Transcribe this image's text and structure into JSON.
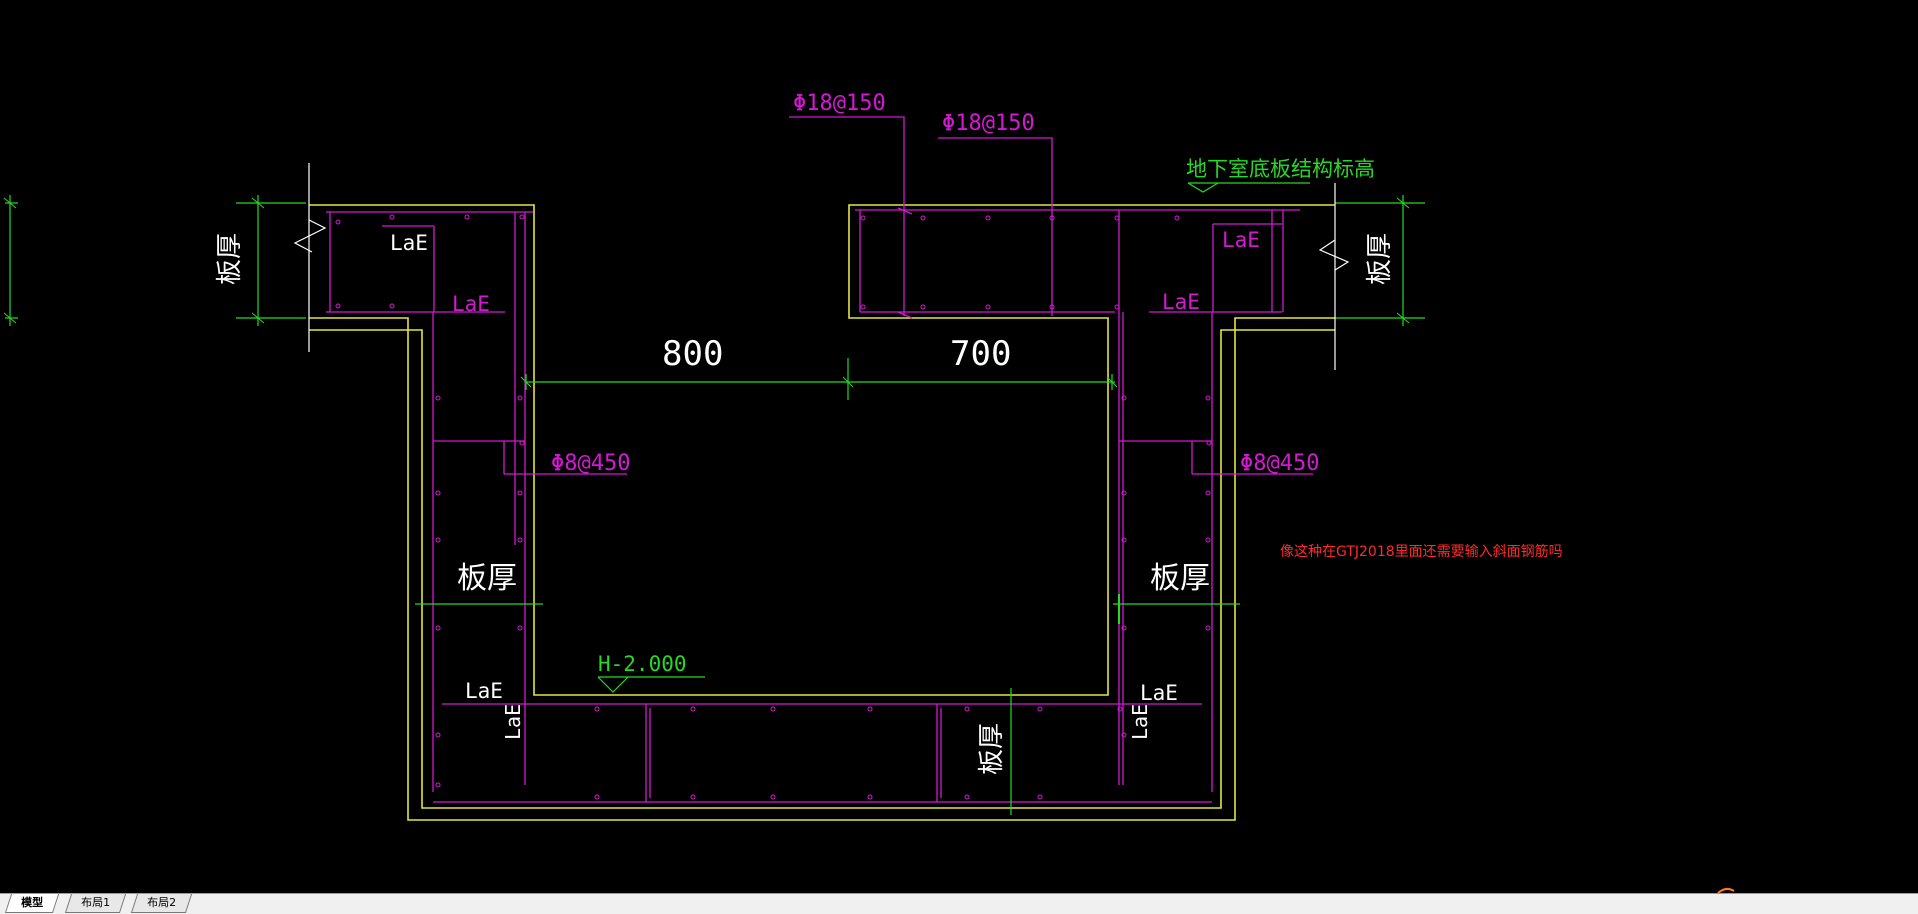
{
  "drawing": {
    "rebar_top_left": "Φ18@150",
    "rebar_top_right": "Φ18@150",
    "elevation_label": "地下室底板结构标高",
    "dim_left": "800",
    "dim_right": "700",
    "stirrup_left": "Φ8@450",
    "stirrup_right": "Φ8@450",
    "slab_thickness": "板厚",
    "anchor_len": "LaE",
    "pit_elevation": "H-2.000",
    "question": "像这种在GTJ2018里面还需要输入斜面钢筋吗"
  },
  "colors": {
    "outline": "#e6e63c",
    "rebar": "#d418d4",
    "dimension": "#27d827",
    "text_white": "#ffffff",
    "annotation": "#ff2a2a"
  },
  "tabs": [
    "模型",
    "布局1",
    "布局2"
  ]
}
